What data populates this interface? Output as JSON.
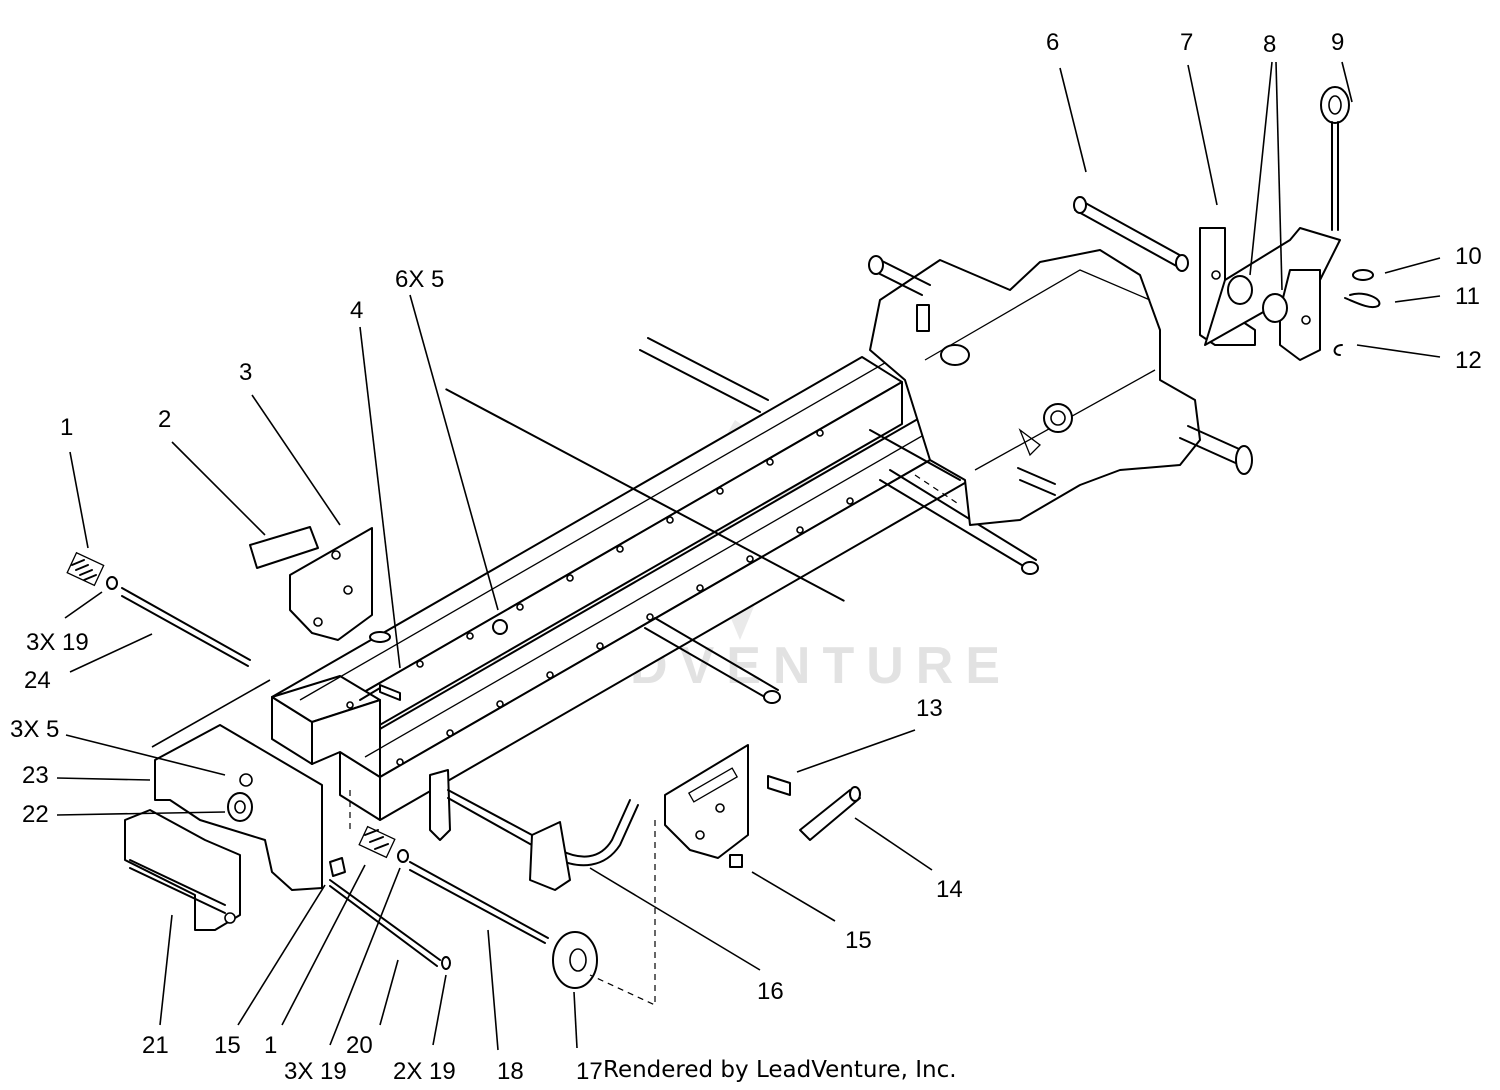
{
  "watermark": {
    "text": "LEADVENTURE"
  },
  "credit": "Rendered by LeadVenture, Inc.",
  "callouts": [
    {
      "id": "c1a",
      "text": "1"
    },
    {
      "id": "c2",
      "text": "2"
    },
    {
      "id": "c3",
      "text": "3"
    },
    {
      "id": "c4",
      "text": "4"
    },
    {
      "id": "c6x5",
      "text": "6X 5"
    },
    {
      "id": "c6",
      "text": "6"
    },
    {
      "id": "c7",
      "text": "7"
    },
    {
      "id": "c8",
      "text": "8"
    },
    {
      "id": "c9",
      "text": "9"
    },
    {
      "id": "c10",
      "text": "10"
    },
    {
      "id": "c11",
      "text": "11"
    },
    {
      "id": "c12",
      "text": "12"
    },
    {
      "id": "c3x19a",
      "text": "3X 19"
    },
    {
      "id": "c24",
      "text": "24"
    },
    {
      "id": "c3x5",
      "text": "3X 5"
    },
    {
      "id": "c23",
      "text": "23"
    },
    {
      "id": "c22",
      "text": "22"
    },
    {
      "id": "c13",
      "text": "13"
    },
    {
      "id": "c14",
      "text": "14"
    },
    {
      "id": "c15a",
      "text": "15"
    },
    {
      "id": "c16",
      "text": "16"
    },
    {
      "id": "c21",
      "text": "21"
    },
    {
      "id": "c15b",
      "text": "15"
    },
    {
      "id": "c1b",
      "text": "1"
    },
    {
      "id": "c20",
      "text": "20"
    },
    {
      "id": "c3x19b",
      "text": "3X 19"
    },
    {
      "id": "c2x19",
      "text": "2X 19"
    },
    {
      "id": "c18",
      "text": "18"
    },
    {
      "id": "c17",
      "text": "17"
    }
  ]
}
